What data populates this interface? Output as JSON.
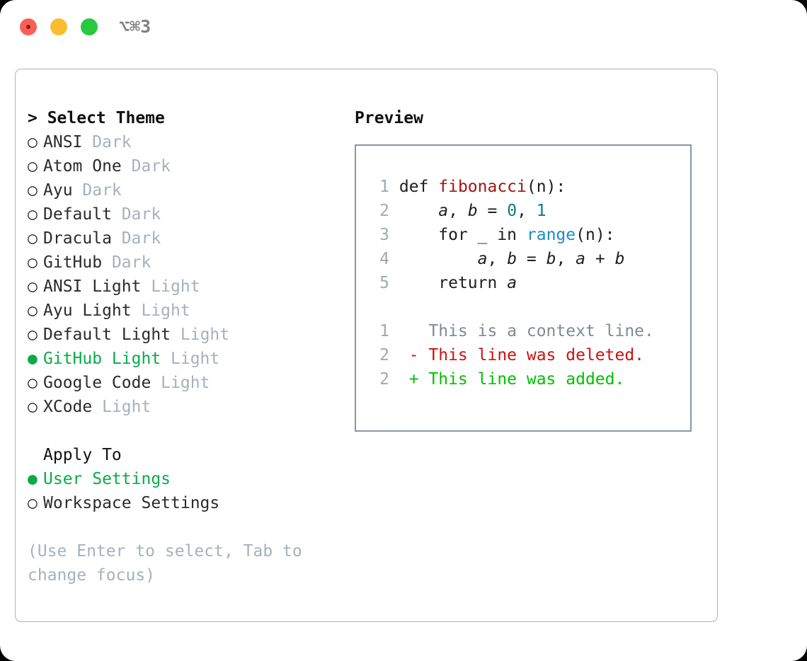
{
  "titlebar": {
    "traffic_lights": [
      "close-red",
      "minimize-yellow",
      "zoom-green"
    ],
    "shortcut_label": "⌥⌘3"
  },
  "theme_panel": {
    "heading": "> Select Theme",
    "bullet_unselected": "○",
    "bullet_selected": "●",
    "items": [
      {
        "name": "ANSI",
        "tag": "Dark",
        "selected": false
      },
      {
        "name": "Atom One",
        "tag": "Dark",
        "selected": false
      },
      {
        "name": "Ayu",
        "tag": "Dark",
        "selected": false
      },
      {
        "name": "Default",
        "tag": "Dark",
        "selected": false
      },
      {
        "name": "Dracula",
        "tag": "Dark",
        "selected": false
      },
      {
        "name": "GitHub",
        "tag": "Dark",
        "selected": false
      },
      {
        "name": "ANSI Light",
        "tag": "Light",
        "selected": false
      },
      {
        "name": "Ayu Light",
        "tag": "Light",
        "selected": false
      },
      {
        "name": "Default Light",
        "tag": "Light",
        "selected": false
      },
      {
        "name": "GitHub Light",
        "tag": "Light",
        "selected": true
      },
      {
        "name": "Google Code",
        "tag": "Light",
        "selected": false
      },
      {
        "name": "XCode",
        "tag": "Light",
        "selected": false
      }
    ]
  },
  "apply_to": {
    "heading": "Apply To",
    "options": [
      {
        "name": "User Settings",
        "selected": true
      },
      {
        "name": "Workspace Settings",
        "selected": false
      }
    ]
  },
  "hint": "(Use Enter to select, Tab to change focus)",
  "preview": {
    "heading": "Preview",
    "code_lines": [
      {
        "num": "1",
        "tokens": [
          {
            "t": "def ",
            "c": "kw"
          },
          {
            "t": "fibonacci",
            "c": "fn"
          },
          {
            "t": "(n):",
            "c": "plain"
          }
        ]
      },
      {
        "num": "2",
        "tokens": [
          {
            "t": "    ",
            "c": "plain"
          },
          {
            "t": "a",
            "c": "var"
          },
          {
            "t": ", ",
            "c": "plain"
          },
          {
            "t": "b",
            "c": "var"
          },
          {
            "t": " = ",
            "c": "plain"
          },
          {
            "t": "0",
            "c": "num"
          },
          {
            "t": ", ",
            "c": "plain"
          },
          {
            "t": "1",
            "c": "num"
          }
        ]
      },
      {
        "num": "3",
        "tokens": [
          {
            "t": "    for _ in ",
            "c": "plain"
          },
          {
            "t": "range",
            "c": "bi"
          },
          {
            "t": "(n):",
            "c": "plain"
          }
        ]
      },
      {
        "num": "4",
        "tokens": [
          {
            "t": "        ",
            "c": "plain"
          },
          {
            "t": "a",
            "c": "var"
          },
          {
            "t": ", ",
            "c": "plain"
          },
          {
            "t": "b",
            "c": "var"
          },
          {
            "t": " = ",
            "c": "plain"
          },
          {
            "t": "b",
            "c": "var"
          },
          {
            "t": ", ",
            "c": "plain"
          },
          {
            "t": "a",
            "c": "var"
          },
          {
            "t": " + ",
            "c": "plain"
          },
          {
            "t": "b",
            "c": "var"
          }
        ]
      },
      {
        "num": "5",
        "tokens": [
          {
            "t": "    return ",
            "c": "plain"
          },
          {
            "t": "a",
            "c": "var"
          }
        ]
      }
    ],
    "diff_lines": [
      {
        "num": "1",
        "marker": " ",
        "text": "This is a context line.",
        "kind": "ctx"
      },
      {
        "num": "2",
        "marker": "-",
        "text": "This line was deleted.",
        "kind": "del"
      },
      {
        "num": "2",
        "marker": "+",
        "text": "This line was added.",
        "kind": "add"
      }
    ]
  },
  "colors": {
    "selected_green": "#0aab48",
    "tag_gray": "#a8b0bd",
    "diff_deleted": "#cc1111",
    "diff_added": "#00c000",
    "code_function": "#a01515",
    "code_number": "#0b7c78",
    "code_builtin": "#1a8cc8",
    "panel_border": "#aab3c0",
    "preview_border": "#8a95a5"
  }
}
